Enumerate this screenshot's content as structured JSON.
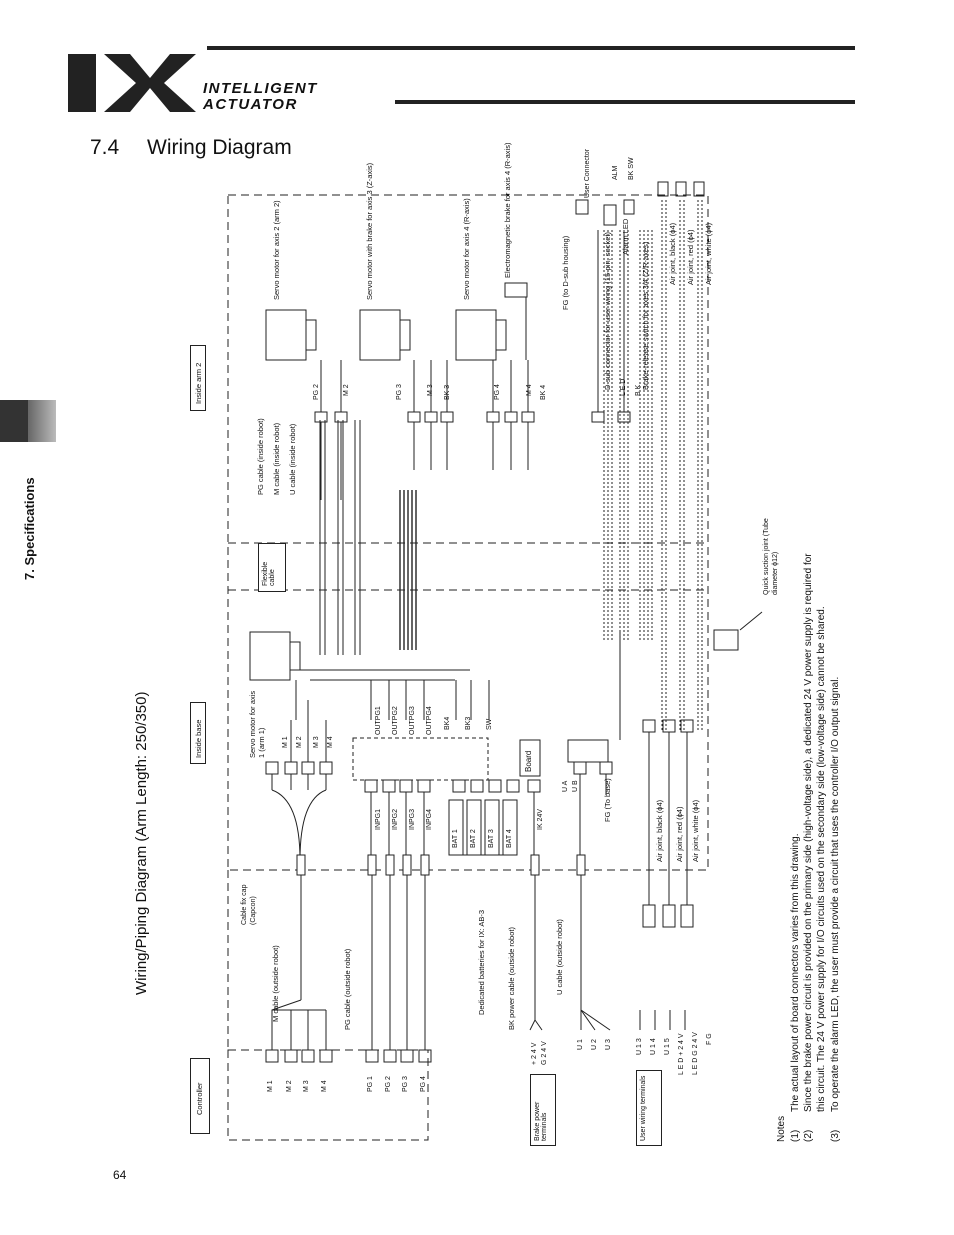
{
  "header": {
    "brand_line1": "INTELLIGENT",
    "brand_line2": "ACTUATOR",
    "logo_letters": "IX"
  },
  "section": {
    "number": "7.4",
    "title": "Wiring Diagram",
    "side_tab": "7. Specifications"
  },
  "diagram": {
    "title": "Wiring/Piping Diagram (Arm Length: 250/350)",
    "zones": {
      "controller": "Controller",
      "inside_base": "Inside base",
      "inside_arm2": "Inside arm 2",
      "flexible_cable": "Flexible cable",
      "brake_power": "Brake power terminals",
      "user_wiring": "User wiring terminals"
    },
    "controller_m": [
      "M 1",
      "M 2",
      "M 3",
      "M 4"
    ],
    "controller_pg": [
      "PG 1",
      "PG 2",
      "PG 3",
      "PG 4"
    ],
    "base_m": [
      "M 1",
      "M 2",
      "M 3",
      "M 4"
    ],
    "base_outpg": [
      "OUTPG1",
      "OUTPG2",
      "OUTPG3",
      "OUTPG4"
    ],
    "base_inpg": [
      "INPG1",
      "INPG2",
      "INPG3",
      "INPG4"
    ],
    "base_bk": [
      "BK4",
      "BK3",
      "SW"
    ],
    "bat": [
      "BAT 1",
      "BAT 2",
      "BAT 3",
      "BAT 4"
    ],
    "arm2_connectors": [
      "PG 2",
      "M 2",
      "PG 3",
      "M 3",
      "BK 3",
      "PG 4",
      "M 4",
      "BK 4"
    ],
    "led_bk": [
      "L E D",
      "B K"
    ],
    "ua_ub": [
      "U A",
      "U B"
    ],
    "bk_terminals": [
      "+ 2 4 V",
      "G 2 4 V"
    ],
    "u_terminals": [
      "U 1",
      "U 2",
      "U 3"
    ],
    "user_terminals": [
      "U 1 3",
      "U 1 4",
      "U 1 5",
      "L E D + 2 4 V",
      "L E D G 2 4 V",
      "F G"
    ],
    "top_connectors": [
      "User Connector",
      "ALM",
      "BK SW"
    ],
    "board_label": "Board",
    "ik24v": "IK 24V",
    "labels": {
      "servo_arm1": "Servo motor for axis 1 (arm 1)",
      "servo_arm2": "Servo motor for axis 2 (arm 2)",
      "servo_z": "Servo motor with brake for axis 3 (Z-axis)",
      "servo_r": "Servo motor for axis 4 (R-axis)",
      "brake_r": "Electromagnetic brake for axis 4 (R-axis)",
      "fg_dsub": "FG (to D-sub housing)",
      "dsub": "D-sub connector for user wiring (15-pin, socket)",
      "alarm_led": "Alarm LED",
      "brake_sw": "Brake-release switch for axes 3/4 (Z/R-axes)",
      "air_black_top": "Air joint, black (ϕ4)",
      "air_red_top": "Air joint, red (ϕ4)",
      "air_white_top": "Air joint, white (ϕ4)",
      "pg_inside": "PG cable (inside robot)",
      "m_inside": "M cable (inside robot)",
      "u_inside": "U cable (inside robot)",
      "quick_joint": "Quick suction joint (Tube diameter ϕ12)",
      "cable_fix_cap": "Cable fix cap (Capcon)",
      "m_outside": "M cable (outside robot)",
      "pg_outside": "PG cable (outside robot)",
      "dedicated_bat": "Dedicated batteries for IX: AB-3",
      "bk_outside": "BK power cable (outside robot)",
      "u_outside": "U cable (outside robot)",
      "fg_base": "FG (To base)",
      "air_black_bot": "Air joint, black (ϕ4)",
      "air_red_bot": "Air joint, red (ϕ4)",
      "air_white_bot": "Air joint, white (ϕ4)"
    }
  },
  "notes": {
    "heading": "Notes",
    "items": [
      {
        "num": "(1)",
        "text": "The actual layout of board connectors varies from this drawing."
      },
      {
        "num": "(2)",
        "text": "Since the brake power circuit is provided on the primary side (high-voltage side), a dedicated 24 V power supply is required for"
      },
      {
        "num": "",
        "text": "this circuit. The 24 V power supply for I/O circuits used on the secondary side (low-voltage side) cannot be shared."
      },
      {
        "num": "(3)",
        "text": "To operate the alarm LED, the user must provide a circuit that uses the controller I/O output signal."
      }
    ]
  },
  "page_number": "64"
}
